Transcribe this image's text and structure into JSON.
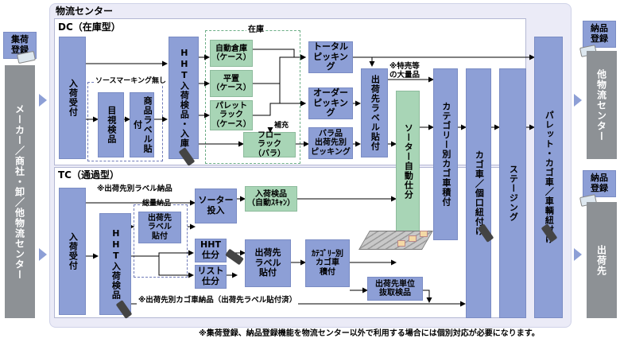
{
  "left_side": {
    "tag": "集荷\n登録",
    "bar": "メーカー／商社・卸／他物流センター"
  },
  "center": {
    "title": "物流センター",
    "dc": {
      "title": "DC（在庫型）",
      "receiving": "入荷受付",
      "source_marking": "ソースマーキング無し",
      "visual_inspection": "目視検品",
      "product_label": "商品ラベル貼付",
      "hht_receiving": "HHT入荷検品・入庫",
      "stock_label": "在庫",
      "auto_warehouse": "自動倉庫\n（ケース）",
      "flat": "平置\n（ケース）",
      "pallet_rack": "パレット\nラック\n（ケース）",
      "flow_rack": "フロー\nラック\n（バラ）",
      "replenish": "補充",
      "total_picking": "トータル\nピッキング",
      "order_picking": "オーダー\nピッキング",
      "bara_picking": "バラ品\n出荷先別\nピッキング",
      "ship_label": "出荷先ラベル貼付",
      "special_note": "※特売等\nの大量品"
    },
    "tc": {
      "title": "TC（通過型）",
      "receiving": "入荷受付",
      "label_goods_note": "※出荷先別ラベル納品",
      "sorter_input": "ソーター\n投入",
      "receive_auto_scan": "入荷検品\n（自動ｽｷｬﾝ）",
      "bulk_delivery": "総量納品",
      "ship_label_attach": "出荷先\nラベル\n貼付",
      "hht_receiving": "HHT入荷検品",
      "hht_sort": "HHT\n仕分",
      "list_sort": "リスト\n仕分",
      "ship_label": "出荷先\nラベル\n貼付",
      "category_cart": "ｶﾃｺﾞﾘｰ別\nカゴ車\n積付",
      "unit_pick": "出荷先単位\n抜取検品",
      "cart_note": "※出荷先別カゴ車納品（出荷先ラベル貼付済）"
    },
    "sorter": "ソーター自動仕分",
    "category_cart": "カテゴリー別カゴ車積付",
    "cart_tie": "カゴ車／個口紐付け",
    "staging": "ステージング",
    "pallet_tie": "パレット・カゴ車／車輌紐付け"
  },
  "right_side": {
    "delivery_tag_1": "納品\n登録",
    "delivery_tag_2": "納品\n登録",
    "other_center": "他物流センター",
    "shipment": "出荷先"
  },
  "footnote": "※集荷登録、納品登録機能を物流センター以外で利用する場合には個別対応が必要になります。"
}
